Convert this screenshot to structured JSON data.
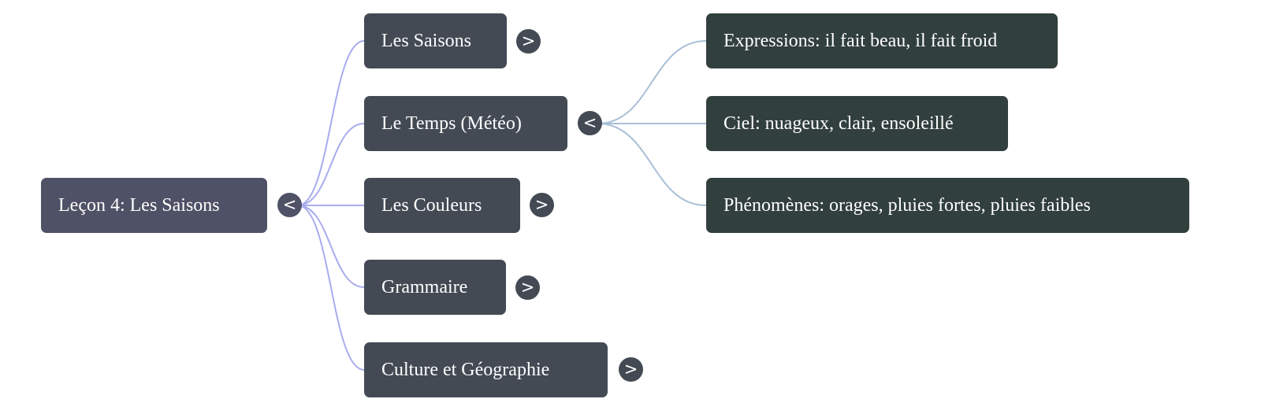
{
  "colors": {
    "root_node": "#4f5166",
    "child_node": "#434a54",
    "leaf_node": "#313f3d",
    "root_edges": "#a8acee",
    "child_edges": "#a9bfd8",
    "text": "#ffffff"
  },
  "mindmap": {
    "root": {
      "label": "Leçon 4: Les Saisons",
      "toggle": "<",
      "toggle_icon": "collapse-left-icon"
    },
    "children": [
      {
        "label": "Les Saisons",
        "toggle": ">",
        "toggle_icon": "expand-right-icon"
      },
      {
        "label": "Le Temps (Météo)",
        "toggle": "<",
        "toggle_icon": "collapse-left-icon"
      },
      {
        "label": "Les Couleurs",
        "toggle": ">",
        "toggle_icon": "expand-right-icon"
      },
      {
        "label": "Grammaire",
        "toggle": ">",
        "toggle_icon": "expand-right-icon"
      },
      {
        "label": "Culture et Géographie",
        "toggle": ">",
        "toggle_icon": "expand-right-icon"
      }
    ],
    "meteo_details": [
      {
        "label": "Expressions: il fait beau, il fait froid"
      },
      {
        "label": "Ciel: nuageux, clair, ensoleillé"
      },
      {
        "label": "Phénomènes: orages, pluies fortes, pluies faibles"
      }
    ]
  }
}
